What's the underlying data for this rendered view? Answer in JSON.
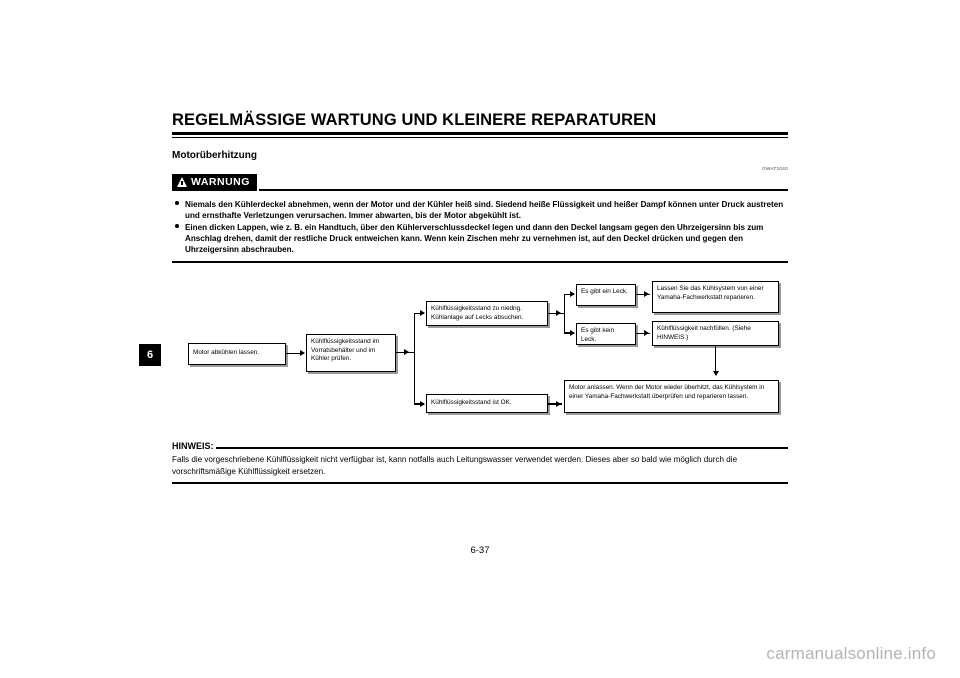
{
  "document": {
    "running_head": "REGELMÄSSIGE WARTUNG UND KLEINERE REPARATUREN",
    "section_title": "Motorüberhitzung",
    "reference_code": "GWAT1040",
    "page_number": "6-37",
    "chapter_tab": "6",
    "watermark": "carmanualsonline.info"
  },
  "warning": {
    "label": "WARNUNG",
    "icon": "warning-triangle-icon",
    "bullets": [
      "Niemals den Kühlerdeckel abnehmen, wenn der Motor und der Kühler heiß sind. Siedend heiße Flüssigkeit und heißer Dampf können unter Druck austreten und ernsthafte Verletzungen verursachen. Immer abwarten, bis der Motor abgekühlt ist.",
      "Einen dicken Lappen, wie z. B. ein Handtuch, über den Kühlerverschlussdeckel legen und dann den Deckel langsam gegen den Uhrzeigersinn bis zum Anschlag drehen, damit der restliche Druck entweichen kann. Wenn kein Zischen mehr zu vernehmen ist, auf den Deckel drücken und gegen den Uhrzeigersinn abschrauben."
    ]
  },
  "flowchart": {
    "type": "flowchart",
    "nodes": [
      {
        "id": "n1",
        "text": "Motor abkühlen lassen."
      },
      {
        "id": "n2",
        "text": "Kühlflüssigkeitsstand im Vorratsbehälter und im Kühler prüfen."
      },
      {
        "id": "n3",
        "text": "Kühlflüssigkeitsstand zu niedrig. Kühlanlage auf Lecks absuchen."
      },
      {
        "id": "n4",
        "text": "Kühlflüssigkeitsstand ist OK."
      },
      {
        "id": "n5",
        "text": "Es gibt ein Leck."
      },
      {
        "id": "n6",
        "text": "Es gibt kein Leck."
      },
      {
        "id": "n7",
        "text": "Lassen Sie das Kühlsystem von einer Yamaha-Fachwerkstatt reparieren."
      },
      {
        "id": "n8",
        "text": "Kühlflüssigkeit nachfüllen. (Siehe HINWEIS.)"
      },
      {
        "id": "n9",
        "text": "Motor anlassen. Wenn der Motor wieder überhitzt, das Kühlsystem in einer Yamaha-Fachwerkstatt überprüfen und reparieren lassen."
      }
    ],
    "edges": [
      {
        "from": "n1",
        "to": "n2"
      },
      {
        "from": "n2",
        "to": "n3"
      },
      {
        "from": "n2",
        "to": "n4"
      },
      {
        "from": "n3",
        "to": "n5"
      },
      {
        "from": "n3",
        "to": "n6"
      },
      {
        "from": "n5",
        "to": "n7"
      },
      {
        "from": "n6",
        "to": "n8"
      },
      {
        "from": "n8",
        "to": "n9"
      },
      {
        "from": "n4",
        "to": "n9"
      }
    ]
  },
  "note": {
    "label": "HINWEIS:",
    "body": "Falls die vorgeschriebene Kühlflüssigkeit nicht verfügbar ist, kann notfalls auch Leitungswasser verwendet werden. Dieses aber so bald wie möglich durch die vorschriftsmäßige Kühlflüssigkeit ersetzen."
  }
}
